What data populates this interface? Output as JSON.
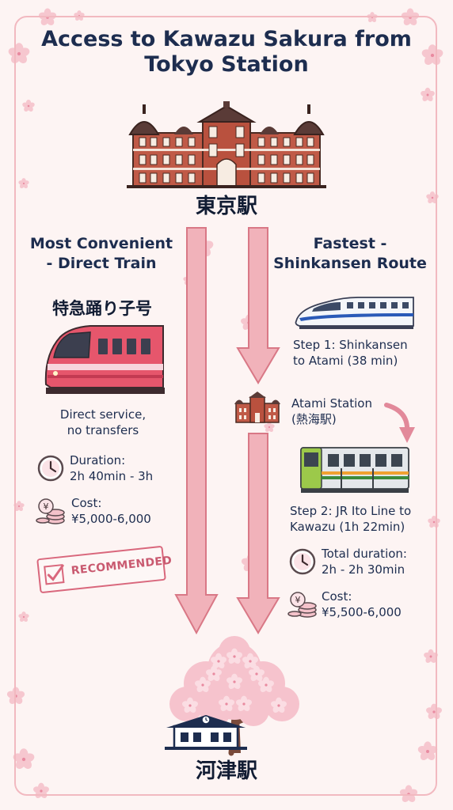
{
  "title": "Access to Kawazu Sakura from Tokyo Station",
  "origin": {
    "label": "東京駅"
  },
  "destination": {
    "label": "河津駅"
  },
  "left_route": {
    "title": "Most Convenient - Direct Train",
    "title_line1": "Most Convenient",
    "title_line2": "- Direct Train",
    "train_name": "特急踊り子号",
    "service_line1": "Direct service,",
    "service_line2": "no transfers",
    "duration_label": "Duration:",
    "duration_value": "2h 40min - 3h",
    "cost_label": "Cost:",
    "cost_value": "¥5,000-6,000",
    "badge": "RECOMMENDED"
  },
  "right_route": {
    "title_line1": "Fastest -",
    "title_line2": "Shinkansen Route",
    "step1_line1": "Step 1: Shinkansen",
    "step1_line2": "to Atami (38 min)",
    "transfer_line1": "Atami Station",
    "transfer_line2": "(熱海駅)",
    "step2_line1": "Step 2: JR Ito Line to",
    "step2_line2": "Kawazu (1h 22min)",
    "duration_label": "Total duration:",
    "duration_value": "2h - 2h 30min",
    "cost_label": "Cost:",
    "cost_value": "¥5,500-6,000"
  },
  "icons": {
    "clock": "clock-icon",
    "coins": "yen-coins-icon",
    "check": "check-icon",
    "blossom": "sakura-petal-icon"
  },
  "colors": {
    "navy": "#1d2d4f",
    "arrow_fill": "#f1b2ba",
    "arrow_stroke": "#d97886",
    "brick": "#b9513e",
    "pink_accent": "#d9677c"
  }
}
